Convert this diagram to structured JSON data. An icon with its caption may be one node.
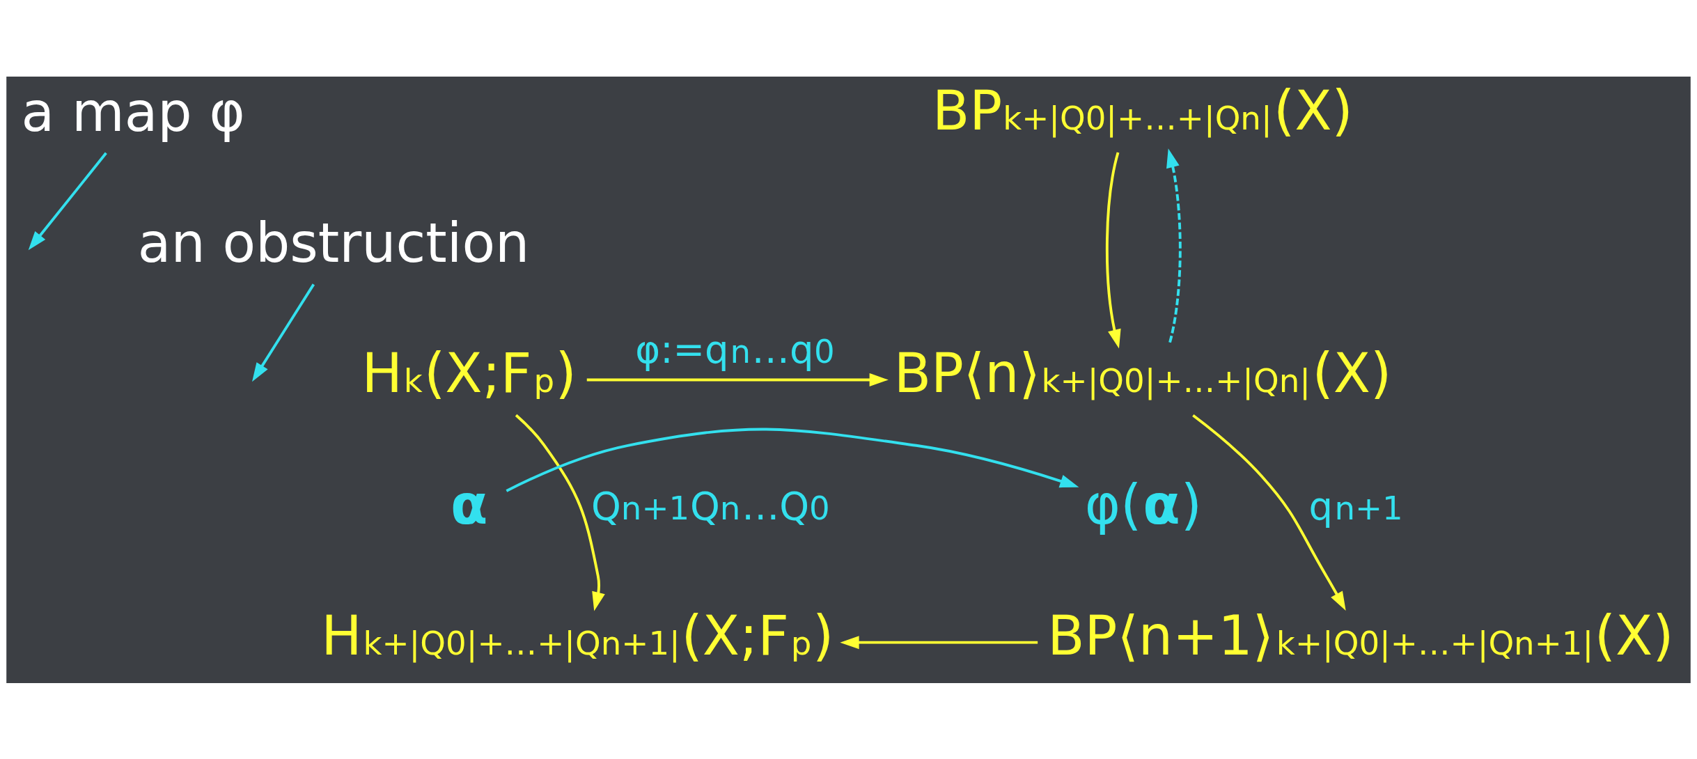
{
  "diagram": {
    "nodes": [
      {
        "text": [
          "a map φ"
        ]
      },
      {
        "text": [
          "an obstruction"
        ]
      },
      {
        "text": [
          "BP$^{k+|Q0|+…+|Qn|}$(X)"
        ]
      },
      {
        "text": [
          "H$^{k}$(X;F$_{p}$)"
        ]
      },
      {
        "text": [
          "BP⟨n⟩$^{k+|Q0|+…+|Qn|}$(X)"
        ]
      },
      {
        "text": [
          "**α**"
        ]
      },
      {
        "text": [
          "φ(**α**)"
        ]
      },
      {
        "text": [
          "H$^{k+|Q0|+…+|Qn+1|}$(X;F$_{p}$)"
        ]
      },
      {
        "text": [
          "BP⟨n+1⟩$^{k+|Q0|+…+|Qn+1|}$(X)"
        ]
      }
    ],
    "edges": [
      {
        "from": 3,
        "to": 4,
        "arrow": "to",
        "label": "φ:=q$_{n}$…q$_{0}$"
      },
      {
        "from": 5,
        "to": 6,
        "arrow": "to",
        "color": "#33e0ee"
      },
      {
        "from": 2,
        "to": 4,
        "arrow": "to"
      },
      {
        "from": 4,
        "to": 2,
        "arrow": "to",
        "style": "dashed",
        "color": "#33e0ee"
      },
      {
        "from": 3,
        "to": 7,
        "arrow": "to",
        "label": "Q$_{n+1}$Q$_{n}$…Q$_{0}$"
      },
      {
        "from": 4,
        "to": 8,
        "arrow": "to",
        "label": "q$_{n+1}$"
      },
      {
        "from": 8,
        "to": 7,
        "arrow": "to"
      },
      {
        "from": 0,
        "to": null,
        "arrow": "to",
        "color": "#33e0ee"
      },
      {
        "from": 1,
        "to": null,
        "arrow": "to",
        "color": "#33e0ee"
      }
    ]
  }
}
